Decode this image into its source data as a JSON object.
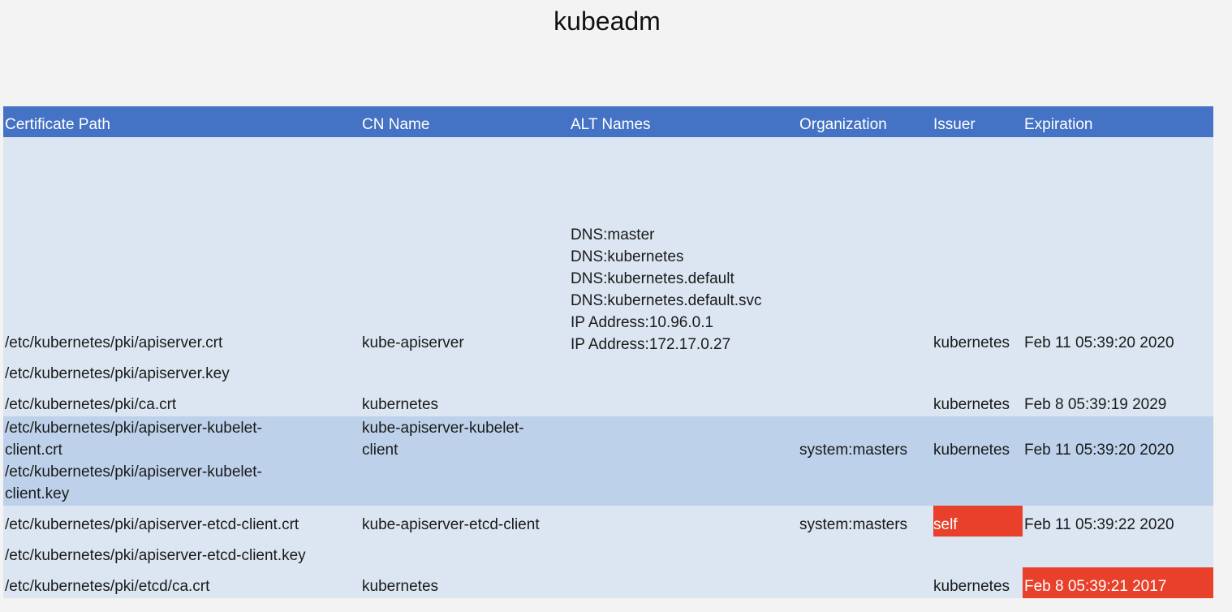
{
  "title": "kubeadm",
  "columns": [
    "Certificate Path",
    "CN Name",
    "ALT Names",
    "Organization",
    "Issuer",
    "Expiration"
  ],
  "rows": {
    "apiserver_crt": {
      "path": "/etc/kubernetes/pki/apiserver.crt",
      "cn": "kube-apiserver",
      "issuer": "kubernetes",
      "expiration": "Feb 11 05:39:20 2020"
    },
    "apiserver_alt_names": [
      "DNS:master",
      "DNS:kubernetes",
      "DNS:kubernetes.default",
      "DNS:kubernetes.default.svc",
      "IP Address:10.96.0.1",
      "IP Address:172.17.0.27"
    ],
    "apiserver_key": {
      "path": "/etc/kubernetes/pki/apiserver.key"
    },
    "ca_crt": {
      "path": "/etc/kubernetes/pki/ca.crt",
      "cn": "kubernetes",
      "issuer": "kubernetes",
      "expiration": "Feb  8 05:39:19 2029"
    },
    "kubelet_client_crt": {
      "path_line1": "/etc/kubernetes/pki/apiserver-kubelet-",
      "path_line2": "client.crt",
      "cn_line1": "kube-apiserver-kubelet-",
      "cn_line2": "client",
      "organization": "system:masters",
      "issuer": "kubernetes",
      "expiration": "Feb 11 05:39:20 2020"
    },
    "kubelet_client_key": {
      "path_line1": "/etc/kubernetes/pki/apiserver-kubelet-",
      "path_line2": "client.key"
    },
    "etcd_client_crt": {
      "path": "/etc/kubernetes/pki/apiserver-etcd-client.crt",
      "cn": "kube-apiserver-etcd-client",
      "organization": "system:masters",
      "issuer": "self",
      "expiration": "Feb 11 05:39:22 2020"
    },
    "etcd_client_key": {
      "path": "/etc/kubernetes/pki/apiserver-etcd-client.key"
    },
    "etcd_ca_crt": {
      "path": "/etc/kubernetes/pki/etcd/ca.crt",
      "cn": "kubernetes",
      "issuer": "kubernetes",
      "expiration": "Feb  8 05:39:21 2017"
    }
  },
  "colors": {
    "header": "#4472c4",
    "band_light": "#dbe6f2",
    "band_dark": "#bdd1ea",
    "highlight": "#e8402a"
  }
}
